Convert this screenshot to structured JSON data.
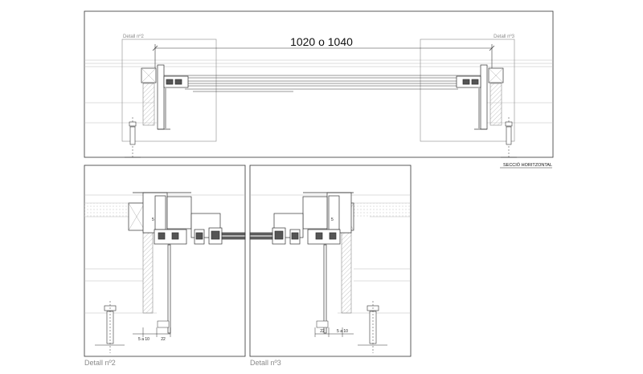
{
  "top_section": {
    "overall_dimension": "1020 o 1040",
    "left_detail_ref": "Detall nº2",
    "right_detail_ref": "Detall nº3",
    "caption": "SECCIÓ HORITZONTAL"
  },
  "detail_left": {
    "title": "Detall nº2",
    "dim_gap": "5 a 10",
    "dim_offset": "22",
    "dim_small": "5"
  },
  "detail_right": {
    "title": "Detall nº3",
    "dim_gap": "5 a 10",
    "dim_offset": "22",
    "dim_small": "5"
  },
  "colors": {
    "line": "#333333",
    "thin": "#9a9a9a",
    "hatch": "#bbbbbb",
    "text": "#222222",
    "grey_text": "#8a8a8a"
  }
}
